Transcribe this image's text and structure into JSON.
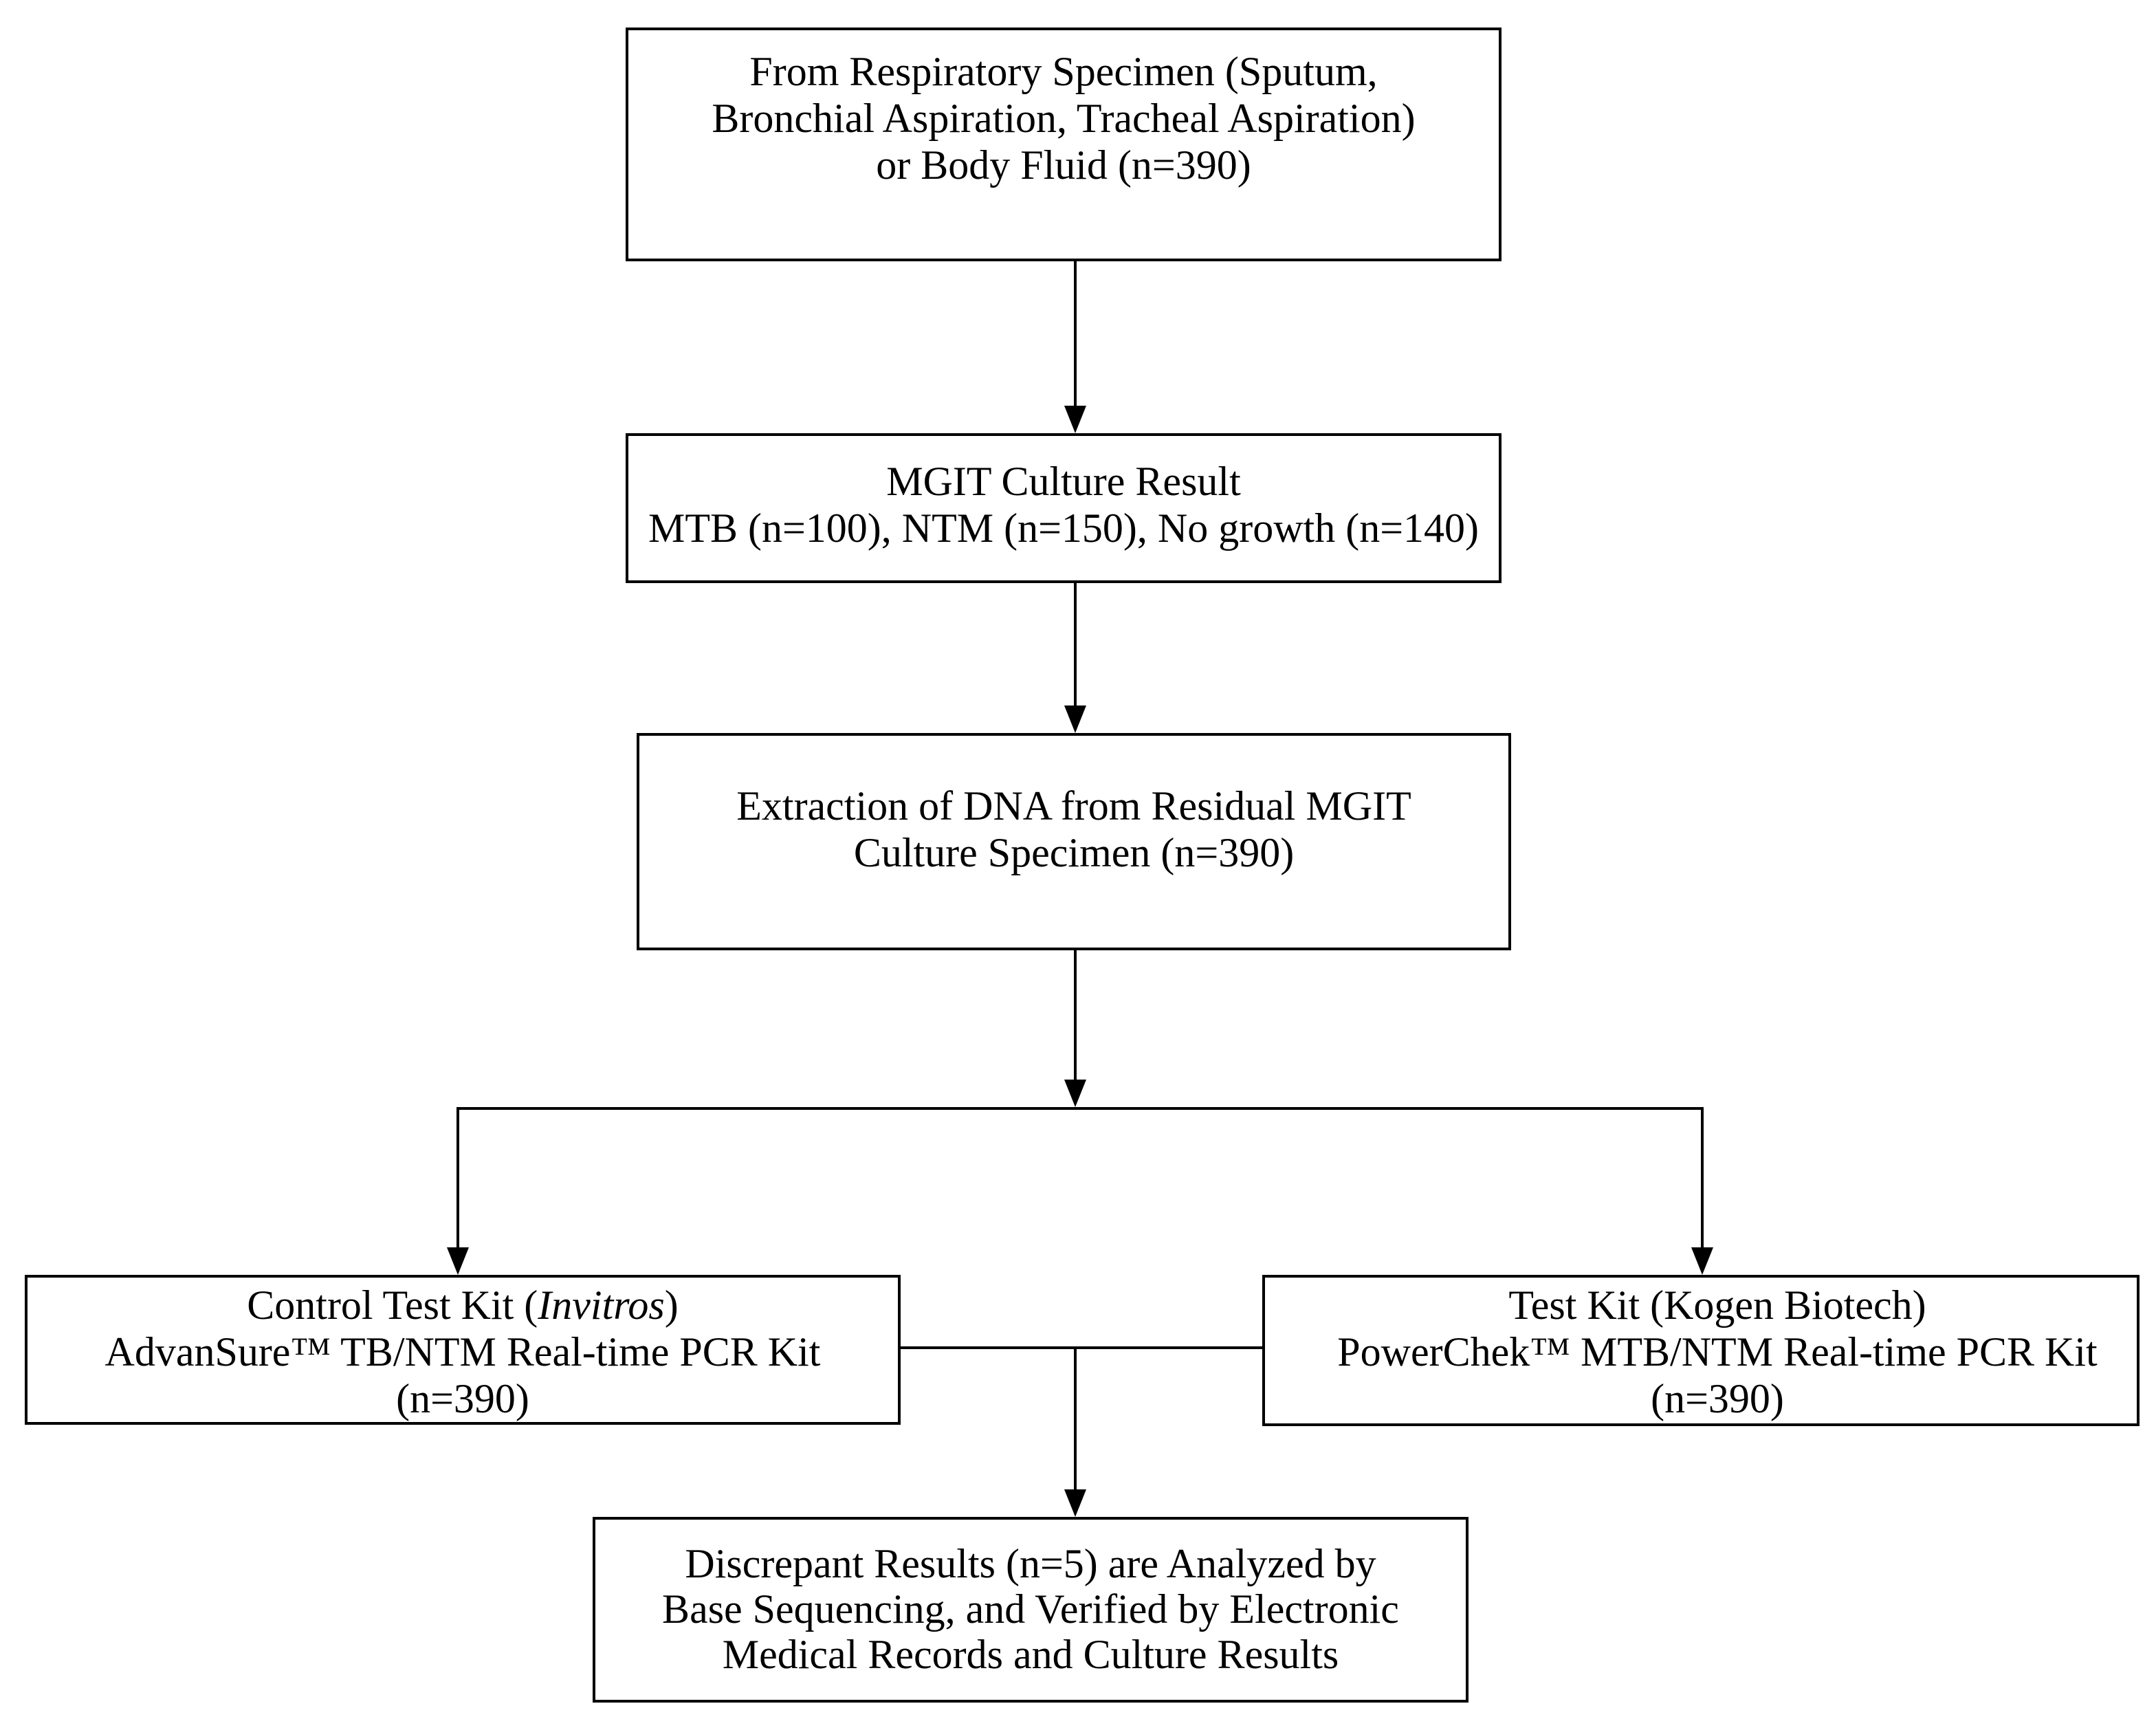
{
  "boxes": {
    "specimen": {
      "lines": [
        "From Respiratory Specimen (Sputum,",
        "Bronchial Aspiration, Tracheal Aspiration)",
        "or Body Fluid (n=390)"
      ]
    },
    "culture": {
      "lines": [
        "MGIT Culture Result",
        "MTB (n=100), NTM (n=150), No growth (n=140)"
      ]
    },
    "extraction": {
      "lines": [
        "Extraction of DNA from Residual MGIT",
        "Culture Specimen (n=390)"
      ]
    },
    "control_kit": {
      "line1_prefix": "Control Test Kit (",
      "line1_italic": "Invitros",
      "line1_suffix": ")",
      "line2": "AdvanSure™ TB/NTM Real-time PCR Kit",
      "line3": "(n=390)"
    },
    "test_kit": {
      "lines": [
        "Test Kit (Kogen Biotech)",
        "PowerChek™ MTB/NTM Real-time PCR Kit",
        "(n=390)"
      ]
    },
    "discrepant": {
      "lines": [
        "Discrepant Results (n=5) are Analyzed by",
        "Base Sequencing, and Verified by Electronic",
        "Medical Records and Culture Results"
      ]
    }
  }
}
